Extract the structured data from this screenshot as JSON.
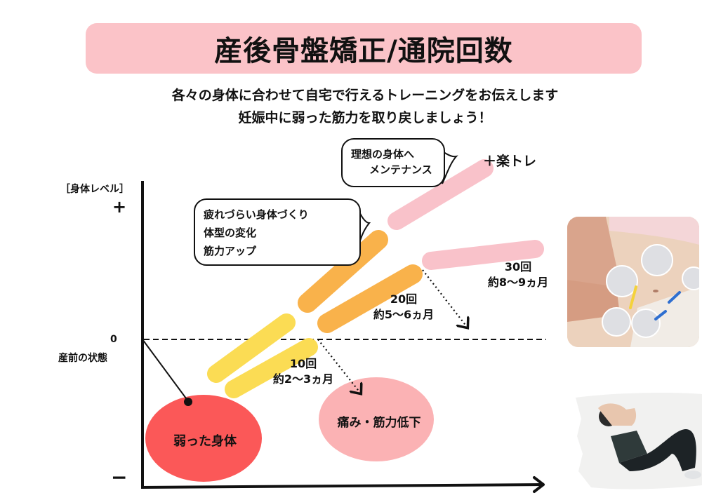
{
  "header": {
    "title": "産後骨盤矯正/通院回数",
    "subtitle_line1": "各々の身体に合わせて自宅で行えるトレーニングをお伝えします",
    "subtitle_line2": "妊娠中に弱った筋力を取り戻しましょう！"
  },
  "axis": {
    "y_label": "［身体レベル］",
    "plus": "+",
    "zero": "0",
    "zero_caption": "産前の状態",
    "minus": "−"
  },
  "bubbles": {
    "top_line1": "理想の身体へ",
    "top_line2": "メンテナンス",
    "mid_line1": "疲れづらい身体づくり",
    "mid_line2": "体型の変化",
    "mid_line3": "筋力アップ"
  },
  "extra_label": "＋楽トレ",
  "stages": [
    {
      "count": "10回",
      "period": "約2〜3ヵ月"
    },
    {
      "count": "20回",
      "period": "約5〜6ヵ月"
    },
    {
      "count": "30回",
      "period": "約8〜9ヵ月"
    }
  ],
  "circles": {
    "weak": "弱った身体",
    "decline": "痛み・筋力低下"
  },
  "photos": {
    "top": "ems-treatment-photo",
    "bottom": "situp-exercise-photo"
  },
  "colors": {
    "title_bg": "#fbc3c8",
    "yellow": "#fbdc54",
    "orange": "#f9b24b",
    "pink_band": "#f9c2ca",
    "weak_circle": "#fb5858",
    "decline_circle": "#fbb2b4"
  },
  "chart_data": {
    "type": "diagram",
    "title": "産後骨盤矯正/通院回数",
    "ylabel": "身体レベル",
    "y_ticks": [
      "+",
      "0 (産前の状態)",
      "−"
    ],
    "baseline": "0 = 産前の状態",
    "start_state": "弱った身体",
    "untreated_outcome": "痛み・筋力低下",
    "stages": [
      {
        "visits": 10,
        "period": "約2〜3ヵ月",
        "color": "yellow",
        "reaches": "around 0"
      },
      {
        "visits": 20,
        "period": "約5〜6ヵ月",
        "color": "orange",
        "benefits": [
          "疲れづらい身体づくり",
          "体型の変化",
          "筋力アップ"
        ]
      },
      {
        "visits": 30,
        "period": "約8〜9ヵ月",
        "color": "pink",
        "benefits": [
          "理想の身体へメンテナンス"
        ],
        "extra": "＋楽トレ"
      }
    ]
  }
}
